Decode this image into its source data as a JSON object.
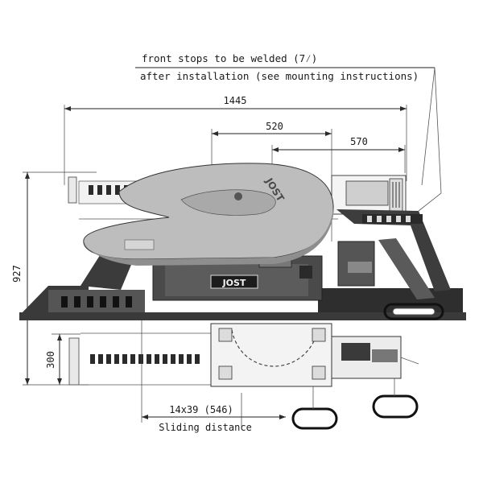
{
  "annotations": {
    "note_line1": "front stops to be welded (7⁄)",
    "note_line2": "after installation (see mounting instructions)"
  },
  "dimensions": {
    "overall_length": "1445",
    "offset_a": "520",
    "offset_b": "570",
    "overall_height": "927",
    "lower_height": "300",
    "slide_steps": "14x39 (546)",
    "sliding_caption": "Sliding distance"
  },
  "branding": {
    "logo_text": "JOST",
    "plate_text": "JOST"
  },
  "colors": {
    "ink": "#1a1a1a",
    "steel_dark": "#2b2b2b",
    "steel_mid": "#6a6a6a",
    "plate_grey": "#bdbdbd"
  }
}
